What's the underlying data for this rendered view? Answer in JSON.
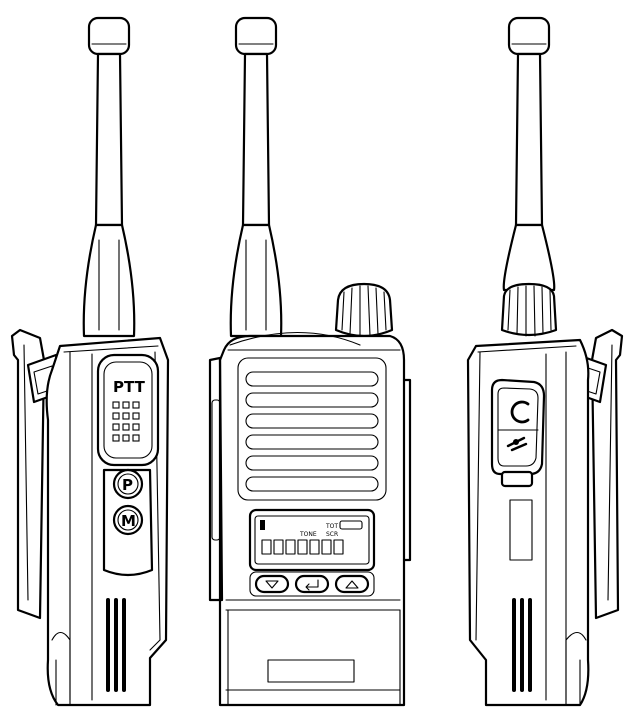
{
  "left_view": {
    "ptt_label": "PTT",
    "p_key": "P",
    "m_key": "M"
  },
  "front_view": {
    "lcd_text_1": "TONE",
    "lcd_text_2": "SCR",
    "lcd_text_3": "TOT"
  },
  "right_view": {
    "jack_icon": "headphone-jack-icon",
    "mic_icon": "microphone-jack-icon"
  },
  "colors": {
    "line": "#000000",
    "background": "#ffffff"
  }
}
